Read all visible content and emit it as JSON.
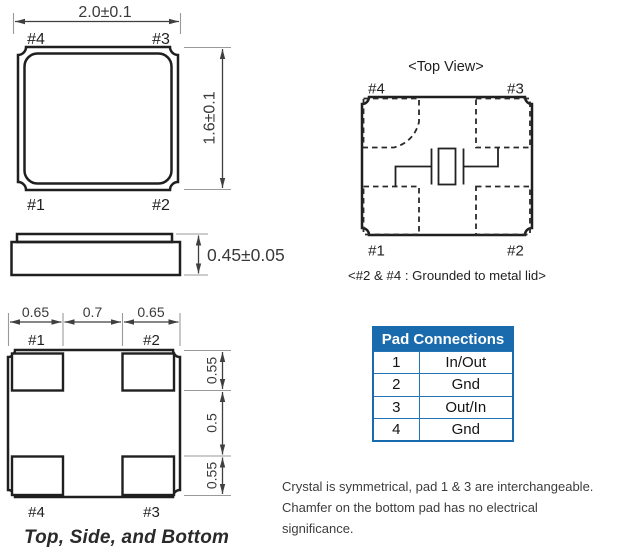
{
  "package_top_view": {
    "width_dim": "2.0±0.1",
    "height_dim": "1.6±0.1",
    "pad_tl": "#4",
    "pad_tr": "#3",
    "pad_bl": "#1",
    "pad_br": "#2"
  },
  "package_side_view": {
    "thickness_dim": "0.45±0.05"
  },
  "package_bottom_view": {
    "h_dim_left": "0.65",
    "h_dim_mid": "0.7",
    "h_dim_right": "0.65",
    "v_dim_top": "0.55",
    "v_dim_mid": "0.5",
    "v_dim_bottom": "0.55",
    "pad_tl": "#1",
    "pad_tr": "#2",
    "pad_bl": "#4",
    "pad_br": "#3"
  },
  "views_caption": "Top, Side, and Bottom",
  "electrical_top_view": {
    "title": "<Top View>",
    "pad_tl": "#4",
    "pad_tr": "#3",
    "pad_bl": "#1",
    "pad_br": "#2",
    "ground_note": "<#2 & #4 : Grounded to metal lid>"
  },
  "pad_table": {
    "title": "Pad Connections",
    "rows": [
      {
        "pad": "1",
        "connection": "In/Out"
      },
      {
        "pad": "2",
        "connection": "Gnd"
      },
      {
        "pad": "3",
        "connection": "Out/In"
      },
      {
        "pad": "4",
        "connection": "Gnd"
      }
    ]
  },
  "note": {
    "lines": [
      "Crystal is symmetrical, pad 1 & 3 are interchangeable.",
      "Chamfer on the bottom pad has no electrical",
      "significance."
    ]
  },
  "colors": {
    "table_header_bg": "#1A6BAD",
    "table_grid": "#2673B4",
    "drawing_line": "#1f1f1f"
  }
}
